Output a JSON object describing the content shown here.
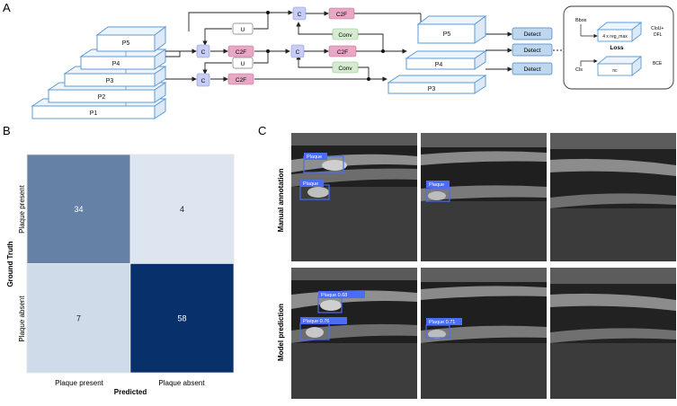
{
  "panels": {
    "a": "A",
    "b": "B",
    "c": "C"
  },
  "backbone": {
    "p1": "P1",
    "p2": "P2",
    "p3": "P3",
    "p4": "P4",
    "p5": "P5"
  },
  "neck": {
    "u": "U",
    "c": "C",
    "c2f": "C2F",
    "conv": "Conv"
  },
  "outputs": {
    "p5": "P5",
    "p4": "P4",
    "p3": "P3",
    "detect": "Detect"
  },
  "loss": {
    "bbox": "Bbox",
    "cls": "Cls",
    "reg": "4 x reg_max",
    "nc": "nc",
    "title": "Loss",
    "ciou": "CIoU+",
    "dfl": "DFL",
    "bce": "BCE"
  },
  "matrix": {
    "ylabel": "Ground Truth",
    "xlabel": "Predicted",
    "classes": [
      "Plaque present",
      "Plaque absent"
    ],
    "cells": [
      [
        34,
        4
      ],
      [
        7,
        58
      ]
    ]
  },
  "ultrasound": {
    "row_labels": [
      "Manual annotation",
      "Model prediction"
    ],
    "manual_boxes": [
      "Plaque",
      "Plaque",
      "Plaque"
    ],
    "pred_boxes": [
      "Plaque 0.68",
      "Plaque 0.76",
      "Plaque 0.71"
    ]
  },
  "colors": {
    "box_stroke": "#5b9bd5",
    "c_node": "#c7cdf5",
    "c2f_node": "#e8a7c4",
    "conv_node": "#d5ecd0",
    "detect_node": "#bdd7ee",
    "cm_dark": "#08306b",
    "cm_mid": "#4292c6",
    "cm_light": "#dbe9f6",
    "cm_lightest": "#eef5fc",
    "anno_box": "#4a6cf7"
  }
}
